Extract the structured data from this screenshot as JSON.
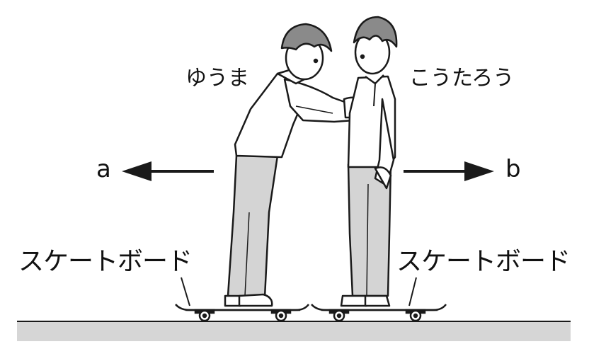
{
  "labels": {
    "person_left": "ゆうま",
    "person_right": "こうたろう",
    "arrow_left": "a",
    "arrow_right": "b",
    "skateboard_left": "スケートボード",
    "skateboard_right": "スケートボード"
  },
  "colors": {
    "line": "#1a1a1a",
    "ground": "#d6d6d6",
    "pants": "#d4d4d4",
    "hair": "#8a8a8a",
    "skin": "#ffffff"
  }
}
